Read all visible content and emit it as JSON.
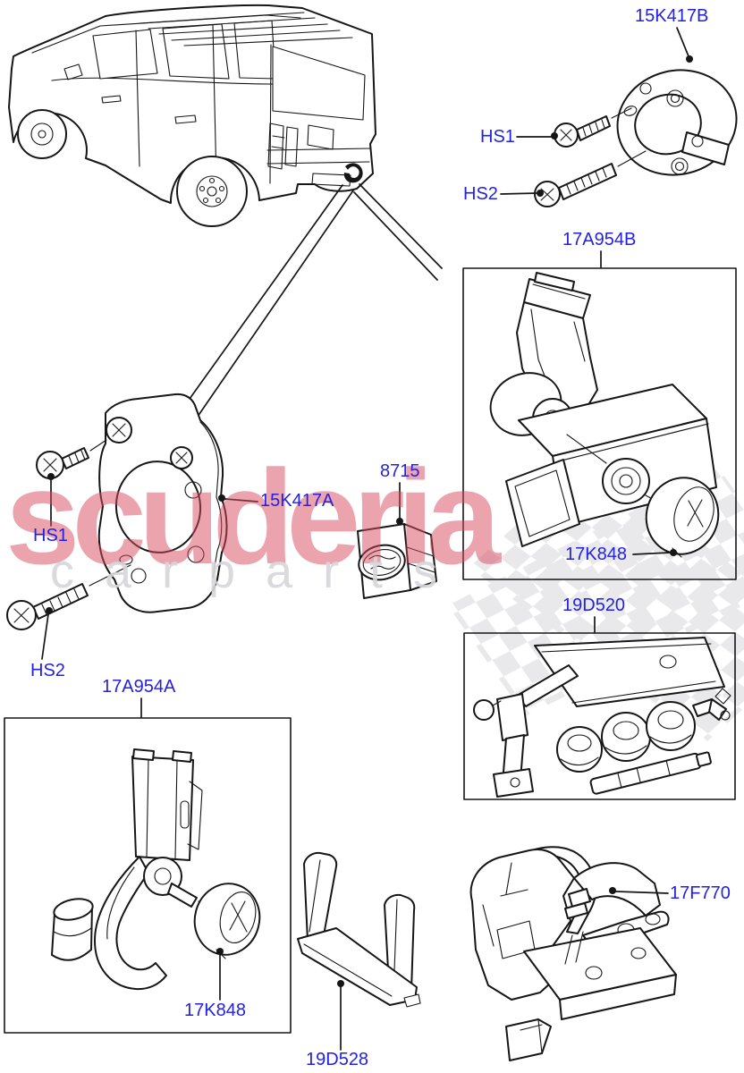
{
  "watermark": {
    "primary": "scuderia",
    "secondary": "carparts"
  },
  "colors": {
    "background": "#ffffff",
    "label_blue": "#2322e2",
    "line_black": "#161616",
    "watermark_red": "#d84a5e",
    "watermark_gray": "#d7d7db",
    "checker_gray": "#dcdce0"
  },
  "callouts": [
    {
      "id": "15K417B",
      "text": "15K417B"
    },
    {
      "id": "HS1-top",
      "text": "HS1"
    },
    {
      "id": "HS2-top",
      "text": "HS2"
    },
    {
      "id": "17A954B",
      "text": "17A954B"
    },
    {
      "id": "15K417A",
      "text": "15K417A"
    },
    {
      "id": "8715",
      "text": "8715"
    },
    {
      "id": "17K848-upper",
      "text": "17K848"
    },
    {
      "id": "19D520",
      "text": "19D520"
    },
    {
      "id": "HS1-left",
      "text": "HS1"
    },
    {
      "id": "HS2-left",
      "text": "HS2"
    },
    {
      "id": "17A954A",
      "text": "17A954A"
    },
    {
      "id": "17K848-lower",
      "text": "17K848"
    },
    {
      "id": "19D528",
      "text": "19D528"
    },
    {
      "id": "17F770",
      "text": "17F770"
    }
  ]
}
